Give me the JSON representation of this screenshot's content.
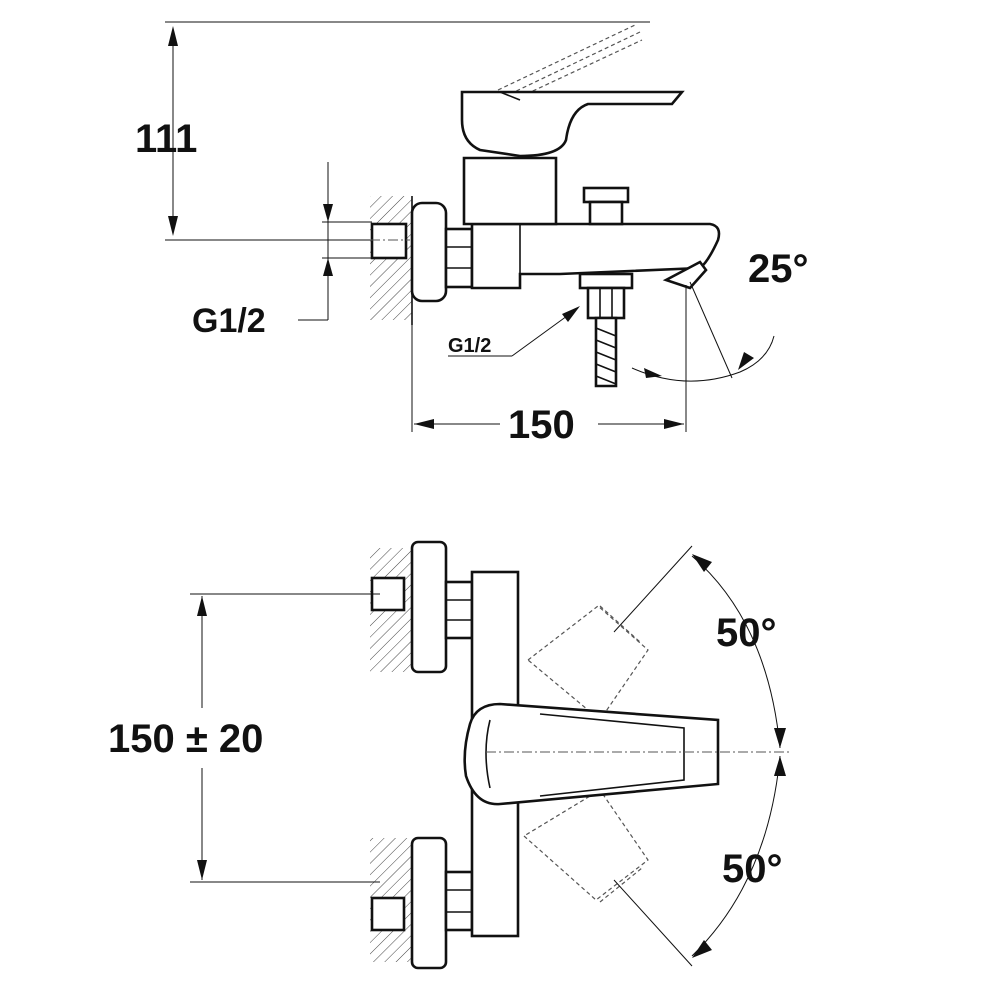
{
  "drawing": {
    "top_view": {
      "height_dim": "111",
      "thread_left": "G1/2",
      "thread_outlet": "G1/2",
      "width_dim": "150",
      "angle_spout": "25°"
    },
    "front_view": {
      "spacing_dim": "150 ± 20",
      "angle_up": "50°",
      "angle_down": "50°"
    }
  }
}
